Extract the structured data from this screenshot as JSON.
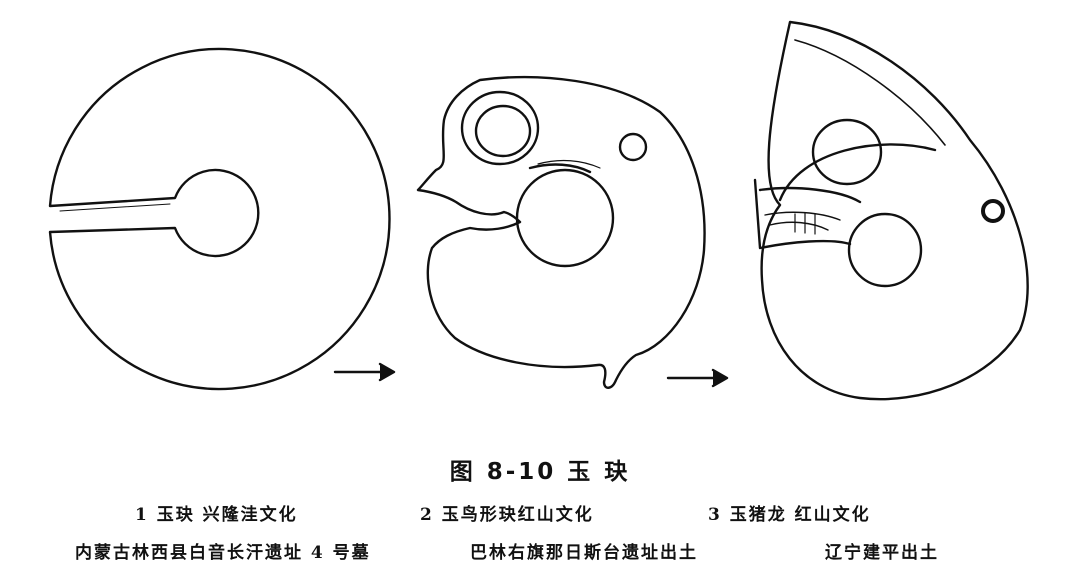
{
  "figure": {
    "title": "图 8-10 玉 玦",
    "captions": {
      "item1_line1": "1 玉玦 兴隆洼文化",
      "item1_line2": "内蒙古林西县白音长汗遗址 4 号墓",
      "item2_line1": "2 玉鸟形玦红山文化",
      "item2_line2": "巴林右旗那日斯台遗址出土",
      "item3_line1": "3 玉猪龙 红山文化",
      "item3_line2": "辽宁建平出土"
    },
    "colors": {
      "ink": "#111111",
      "background": "#ffffff"
    }
  }
}
